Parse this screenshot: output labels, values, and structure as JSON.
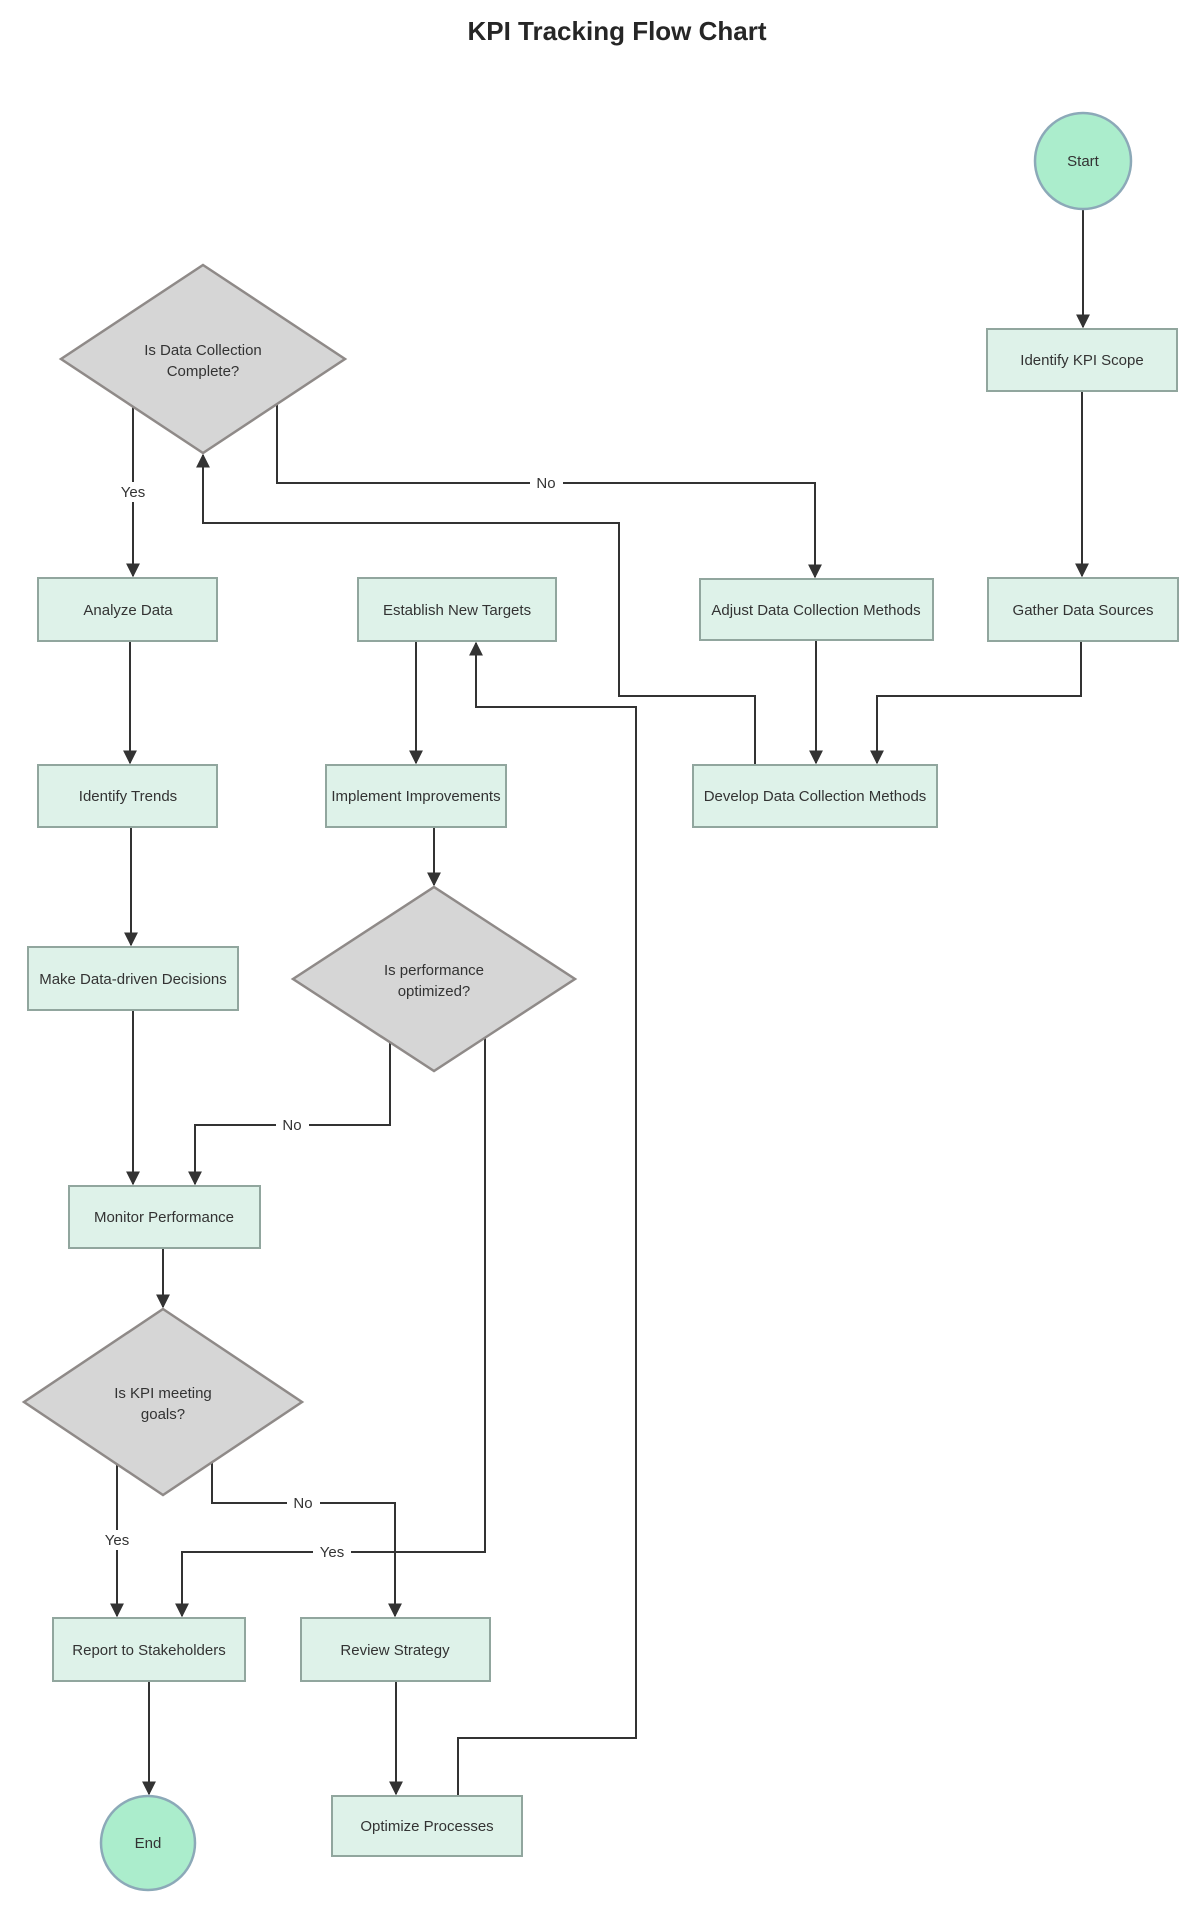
{
  "title": "KPI Tracking Flow Chart",
  "colors": {
    "background": "#ffffff",
    "process_fill": "#def2e9",
    "process_border": "#91a69e",
    "terminal_fill": "#abedcc",
    "terminal_border": "#8ca9b8",
    "decision_fill": "#d6d6d6",
    "decision_border": "#8f8a88",
    "edge_line": "#333333",
    "text": "#333333",
    "title_text": "#262626"
  },
  "nodes": {
    "start": {
      "type": "terminal",
      "label": "Start"
    },
    "identify_kpi_scope": {
      "type": "process",
      "label": "Identify KPI Scope"
    },
    "gather_data_sources": {
      "type": "process",
      "label": "Gather Data Sources"
    },
    "develop_dcm": {
      "type": "process",
      "label": "Develop Data Collection Methods"
    },
    "adjust_dcm": {
      "type": "process",
      "label": "Adjust Data Collection Methods"
    },
    "data_collection_complete": {
      "type": "decision",
      "label_line1": "Is Data Collection",
      "label_line2": "Complete?"
    },
    "analyze_data": {
      "type": "process",
      "label": "Analyze Data"
    },
    "establish_new_targets": {
      "type": "process",
      "label": "Establish New Targets"
    },
    "identify_trends": {
      "type": "process",
      "label": "Identify Trends"
    },
    "implement_improvements": {
      "type": "process",
      "label": "Implement Improvements"
    },
    "make_decisions": {
      "type": "process",
      "label": "Make Data-driven Decisions"
    },
    "performance_optimized": {
      "type": "decision",
      "label_line1": "Is performance",
      "label_line2": "optimized?"
    },
    "monitor_performance": {
      "type": "process",
      "label": "Monitor Performance"
    },
    "kpi_meeting_goals": {
      "type": "decision",
      "label_line1": "Is KPI meeting",
      "label_line2": "goals?"
    },
    "report_stakeholders": {
      "type": "process",
      "label": "Report to Stakeholders"
    },
    "review_strategy": {
      "type": "process",
      "label": "Review Strategy"
    },
    "optimize_processes": {
      "type": "process",
      "label": "Optimize Processes"
    },
    "end": {
      "type": "terminal",
      "label": "End"
    }
  },
  "edge_labels": {
    "dcc_yes": "Yes",
    "dcc_no": "No",
    "perf_no": "No",
    "perf_yes": "Yes",
    "kpi_yes": "Yes",
    "kpi_no": "No"
  },
  "edges": [
    {
      "from": "Start",
      "to": "Identify KPI Scope",
      "label": ""
    },
    {
      "from": "Identify KPI Scope",
      "to": "Gather Data Sources",
      "label": ""
    },
    {
      "from": "Gather Data Sources",
      "to": "Develop Data Collection Methods",
      "label": ""
    },
    {
      "from": "Adjust Data Collection Methods",
      "to": "Develop Data Collection Methods",
      "label": ""
    },
    {
      "from": "Develop Data Collection Methods",
      "to": "Is Data Collection Complete?",
      "label": ""
    },
    {
      "from": "Is Data Collection Complete?",
      "to": "Adjust Data Collection Methods",
      "label": "No"
    },
    {
      "from": "Is Data Collection Complete?",
      "to": "Analyze Data",
      "label": "Yes"
    },
    {
      "from": "Analyze Data",
      "to": "Identify Trends",
      "label": ""
    },
    {
      "from": "Identify Trends",
      "to": "Make Data-driven Decisions",
      "label": ""
    },
    {
      "from": "Make Data-driven Decisions",
      "to": "Monitor Performance",
      "label": ""
    },
    {
      "from": "Establish New Targets",
      "to": "Implement Improvements",
      "label": ""
    },
    {
      "from": "Implement Improvements",
      "to": "Is performance optimized?",
      "label": ""
    },
    {
      "from": "Is performance optimized?",
      "to": "Monitor Performance",
      "label": "No"
    },
    {
      "from": "Is performance optimized?",
      "to": "Report to Stakeholders",
      "label": "Yes"
    },
    {
      "from": "Monitor Performance",
      "to": "Is KPI meeting goals?",
      "label": ""
    },
    {
      "from": "Is KPI meeting goals?",
      "to": "Report to Stakeholders",
      "label": "Yes"
    },
    {
      "from": "Is KPI meeting goals?",
      "to": "Review Strategy",
      "label": "No"
    },
    {
      "from": "Report to Stakeholders",
      "to": "End",
      "label": ""
    },
    {
      "from": "Review Strategy",
      "to": "Optimize Processes",
      "label": ""
    },
    {
      "from": "Optimize Processes",
      "to": "Establish New Targets",
      "label": ""
    }
  ]
}
